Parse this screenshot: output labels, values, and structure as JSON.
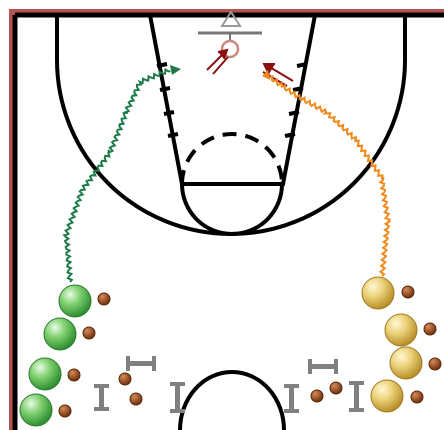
{
  "drill": {
    "court": "half-court",
    "colors": {
      "court_border": "#b5534e",
      "court_lines": "#000000",
      "rim": "#c98a7a",
      "green_team": "#4db84d",
      "yellow_team": "#e0c050",
      "ball": "#8b4a20",
      "green_path": "#1f7a4a",
      "orange_path": "#f08a1c",
      "pass_arrow": "#8a1010",
      "cone": "#808080"
    },
    "green_line": {
      "players": 4,
      "balls_per_player": 1
    },
    "yellow_line": {
      "players": 4,
      "balls_per_player": 1
    },
    "loose_balls": 4,
    "vertical_cones": 4,
    "horizontal_cones": 2,
    "icons": [
      "basket-hoop-icon",
      "basketball-icon",
      "cone-icon",
      "player-token-icon",
      "arrow-icon"
    ]
  }
}
